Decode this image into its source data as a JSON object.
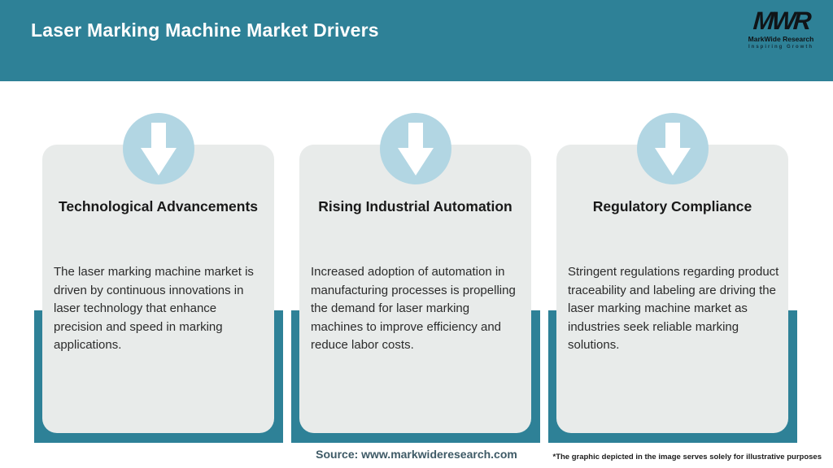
{
  "header": {
    "title": "Laser Marking Machine Market Drivers",
    "logo": {
      "monogram": "MWR",
      "name": "MarkWide Research",
      "tagline": "Inspiring Growth"
    }
  },
  "cards": [
    {
      "icon": "down-arrow-icon",
      "title": "Technological Advancements",
      "description": "The laser marking machine market is driven by continuous innovations in laser technology that enhance precision and speed in marking applications."
    },
    {
      "icon": "down-arrow-icon",
      "title": "Rising Industrial Automation",
      "description": "Increased adoption of automation in manufacturing processes is propelling the demand for laser marking machines to improve efficiency and reduce labor costs."
    },
    {
      "icon": "down-arrow-icon",
      "title": "Regulatory Compliance",
      "description": "Stringent regulations regarding product traceability and labeling are driving the laser marking machine market as industries seek reliable marking solutions."
    }
  ],
  "footer": {
    "source": "Source: www.markwideresearch.com",
    "disclaimer": "*The graphic depicted in the image serves solely for illustrative purposes"
  },
  "colors": {
    "accent_teal": "#2E8197",
    "circle_blue": "#B2D6E3",
    "card_gray": "#E8EBEA",
    "source_text": "#3E5A66"
  }
}
